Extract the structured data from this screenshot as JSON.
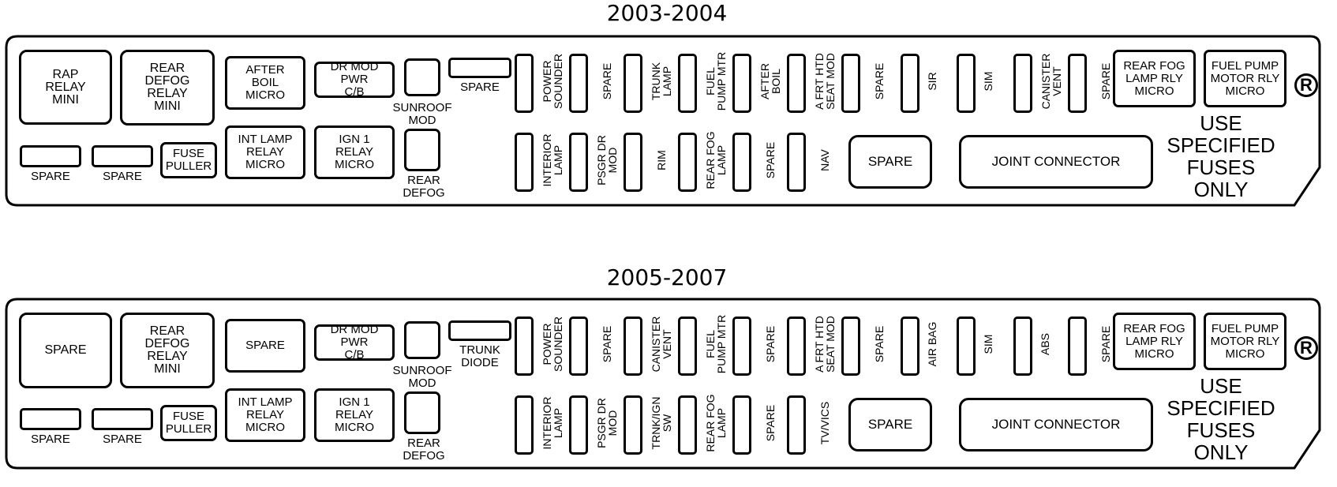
{
  "panels": [
    {
      "title": "2003-2004",
      "big_boxes": {
        "b1": "RAP\nRELAY\nMINI",
        "b2": "REAR\nDEFOG\nRELAY\nMINI",
        "b3": "AFTER\nBOIL\nMICRO",
        "b4": "DR MOD PWR\nC/B",
        "b5": "INT LAMP\nRELAY\nMICRO",
        "b6": "IGN 1\nRELAY\nMICRO",
        "fuse_puller": "FUSE\nPULLER",
        "spare_big": "SPARE",
        "joint": "JOINT CONNECTOR",
        "rear_fog_relay": "REAR FOG\nLAMP RLY\nMICRO",
        "fuel_pump_relay": "FUEL PUMP\nMOTOR RLY\nMICRO"
      },
      "labels": {
        "spare_left1": "SPARE",
        "spare_left2": "SPARE",
        "sunroof": "SUNROOF\nMOD",
        "rear_defog": "REAR\nDEFOG",
        "top_spare": "SPARE"
      },
      "top_fuses": [
        "POWER\nSOUNDER",
        "SPARE",
        "TRUNK\nLAMP",
        "FUEL\nPUMP MTR",
        "AFTER\nBOIL",
        "A FRT HTD\nSEAT MOD",
        "SPARE",
        "SIR",
        "SIM",
        "CANISTER\nVENT",
        "SPARE"
      ],
      "bottom_fuses": [
        "INTERIOR\nLAMP",
        "PSGR DR\nMOD",
        "RIM",
        "REAR FOG\nLAMP",
        "SPARE",
        "NAV"
      ],
      "use_text": "USE\nSPECIFIED\nFUSES\nONLY",
      "r_mark": "R"
    },
    {
      "title": "2005-2007",
      "big_boxes": {
        "b1": "SPARE",
        "b2": "REAR\nDEFOG\nRELAY\nMINI",
        "b3": "SPARE",
        "b4": "DR MOD PWR\nC/B",
        "b5": "INT LAMP\nRELAY\nMICRO",
        "b6": "IGN 1\nRELAY\nMICRO",
        "fuse_puller": "FUSE\nPULLER",
        "spare_big": "SPARE",
        "joint": "JOINT CONNECTOR",
        "rear_fog_relay": "REAR FOG\nLAMP RLY\nMICRO",
        "fuel_pump_relay": "FUEL PUMP\nMOTOR RLY\nMICRO"
      },
      "labels": {
        "spare_left1": "SPARE",
        "spare_left2": "SPARE",
        "sunroof": "SUNROOF\nMOD",
        "rear_defog": "REAR\nDEFOG",
        "top_spare": "TRUNK\nDIODE"
      },
      "top_fuses": [
        "POWER\nSOUNDER",
        "SPARE",
        "CANISTER\nVENT",
        "FUEL\nPUMP MTR",
        "SPARE",
        "A FRT HTD\nSEAT MOD",
        "SPARE",
        "AIR BAG",
        "SIM",
        "ABS",
        "SPARE"
      ],
      "bottom_fuses": [
        "INTERIOR\nLAMP",
        "PSGR DR\nMOD",
        "TRNK/IGN SW",
        "REAR FOG\nLAMP",
        "SPARE",
        "TV/VICS"
      ],
      "use_text": "USE\nSPECIFIED\nFUSES\nONLY",
      "r_mark": "R"
    }
  ]
}
